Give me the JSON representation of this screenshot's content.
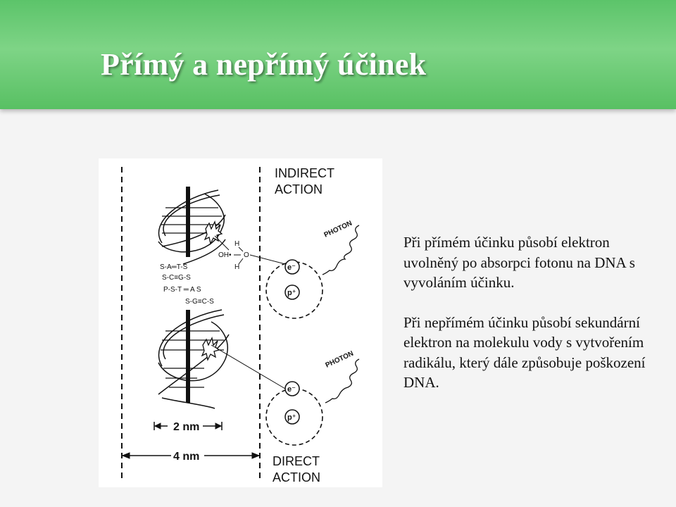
{
  "slide": {
    "title": "Přímý a nepřímý účinek",
    "paragraphs": [
      "Při přímém účinku působí elektron uvolněný po absorpci fotonu na DNA s vyvoláním účinku.",
      "Při nepřímém účinku působí sekundární elektron na molekulu vody s vytvořením radikálu, který dále způsobuje poškození DNA."
    ]
  },
  "figure": {
    "indirect_label": [
      "INDIRECT",
      "ACTION"
    ],
    "direct_label": [
      "DIRECT",
      "ACTION"
    ],
    "photon_label": "PHOTON",
    "electron_label": "e⁻",
    "proton_label": "p⁺",
    "width_inner": "2 nm",
    "width_outer": "4 nm",
    "water": {
      "oxygen": "O",
      "hydrogen": "H",
      "radical": "OH•"
    },
    "base_pairs": [
      "S-A═T-S",
      "S-C≡G-S",
      "P-S-T ═ A S",
      "S-G≡C-S"
    ]
  }
}
